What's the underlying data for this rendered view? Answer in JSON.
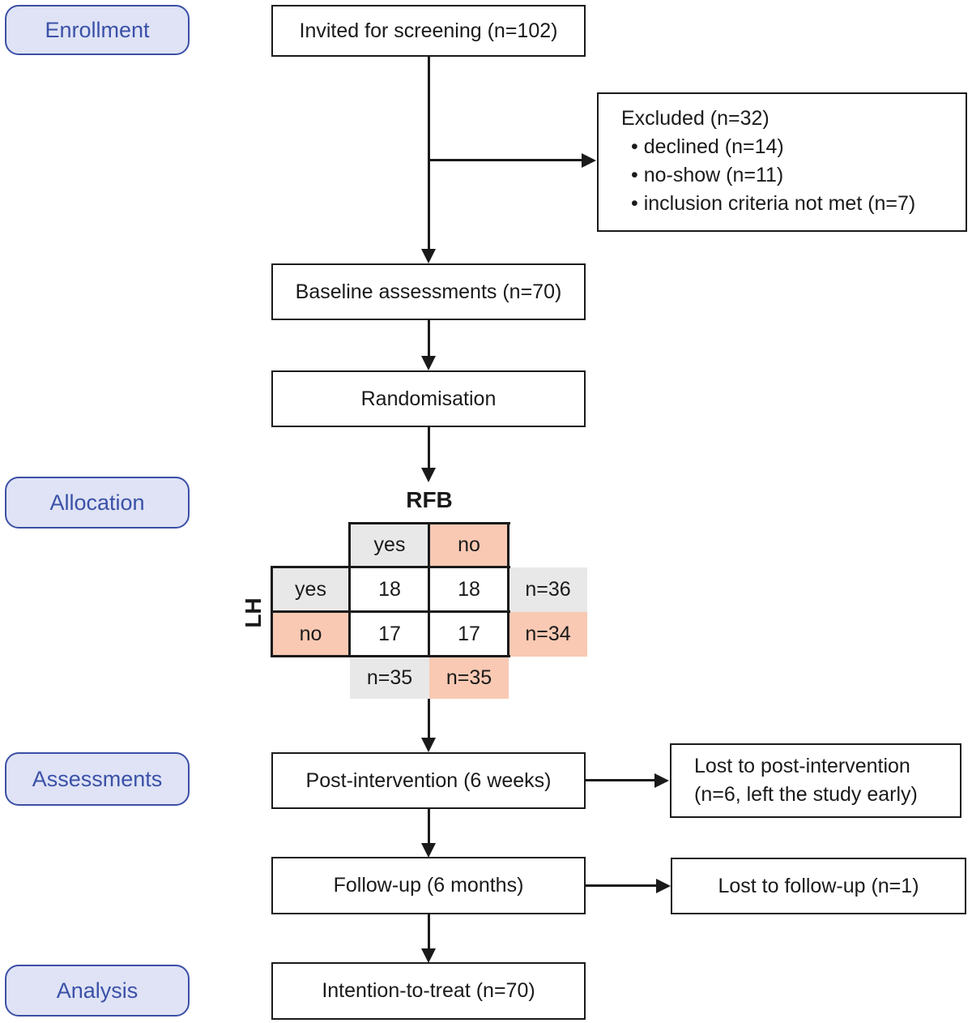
{
  "figure": {
    "type": "consort-flow-diagram",
    "palette": {
      "badge_background": "#dfe3f5",
      "badge_border": "#3b4fa5",
      "badge_text": "#3b51a8",
      "table_gray": "#e8e8e8",
      "table_salmon": "#f9c9b3",
      "line_color": "#1a1a1a"
    }
  },
  "stages": {
    "enrollment": "Enrollment",
    "allocation": "Allocation",
    "assessments": "Assessments",
    "analysis": "Analysis"
  },
  "boxes": {
    "invited": "Invited for screening (n=102)",
    "excluded_title": "Excluded (n=32)",
    "excluded_items": [
      "declined (n=14)",
      "no-show (n=11)",
      "inclusion criteria not met (n=7)"
    ],
    "baseline": "Baseline assessments (n=70)",
    "randomisation": "Randomisation",
    "post_intervention": "Post-intervention (6 weeks)",
    "lost_post_line1": "Lost to post-intervention",
    "lost_post_line2": "(n=6, left the study early)",
    "followup": "Follow-up (6 months)",
    "lost_followup": "Lost to follow-up (n=1)",
    "itt": "Intention-to-treat (n=70)"
  },
  "allocation_table": {
    "column_factor": "RFB",
    "row_factor": "LH",
    "column_headers": [
      "yes",
      "no"
    ],
    "row_headers": [
      "yes",
      "no"
    ],
    "cells": [
      [
        "18",
        "18"
      ],
      [
        "17",
        "17"
      ]
    ],
    "row_totals": [
      "n=36",
      "n=34"
    ],
    "column_totals": [
      "n=35",
      "n=35"
    ]
  }
}
